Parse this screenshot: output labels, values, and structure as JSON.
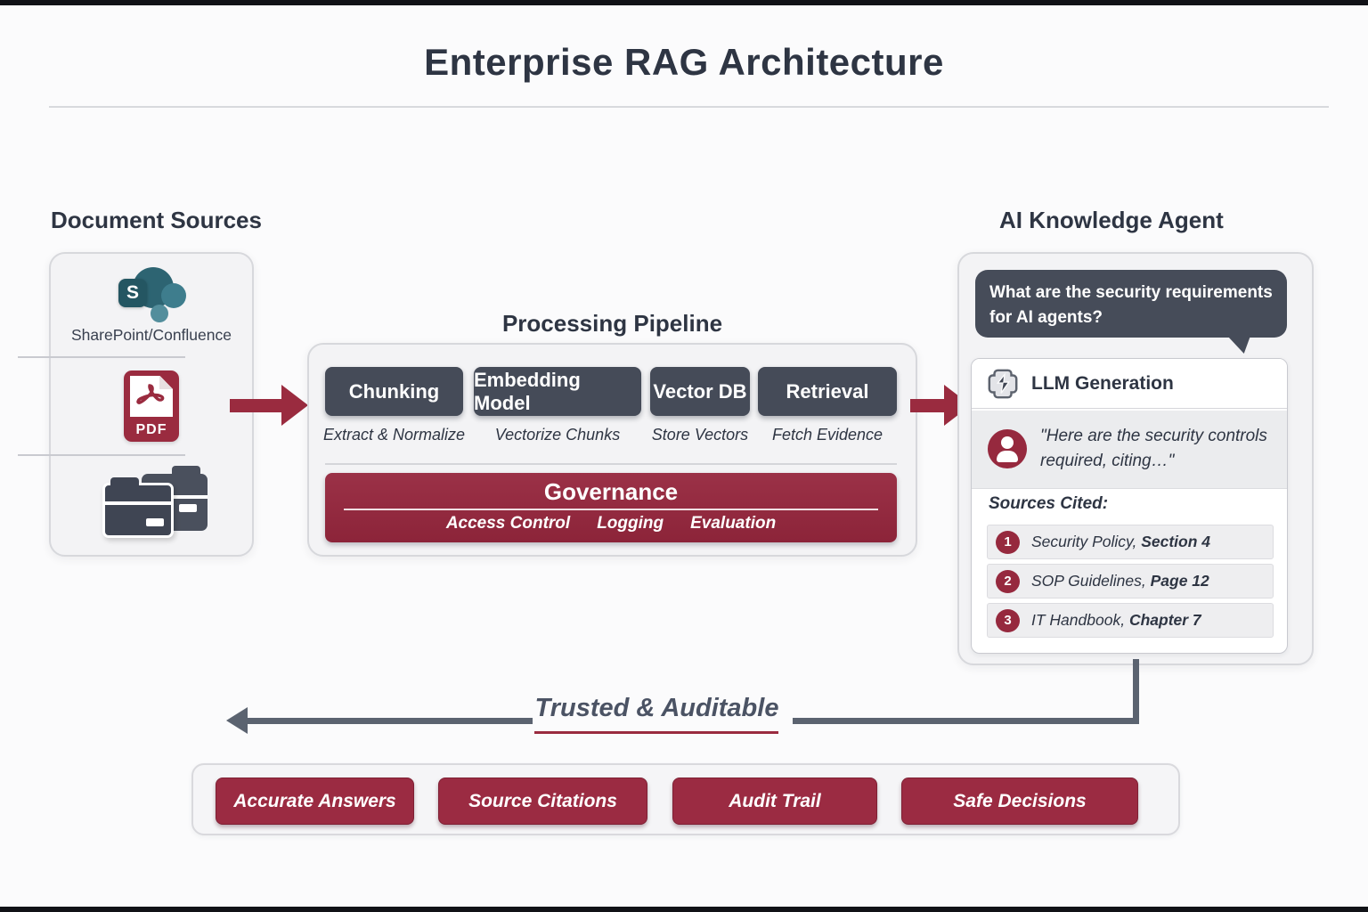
{
  "title": "Enterprise RAG Architecture",
  "document_sources": {
    "heading": "Document Sources",
    "sharepoint_letter": "S",
    "sharepoint_label": "SharePoint/Confluence",
    "pdf_label": "PDF"
  },
  "pipeline": {
    "heading": "Processing Pipeline",
    "stages": [
      {
        "label": "Chunking",
        "sublabel": "Extract & Normalize"
      },
      {
        "label": "Embedding Model",
        "sublabel": "Vectorize Chunks"
      },
      {
        "label": "Vector DB",
        "sublabel": "Store Vectors"
      },
      {
        "label": "Retrieval",
        "sublabel": "Fetch Evidence"
      }
    ],
    "governance": {
      "title": "Governance",
      "items": [
        "Access Control",
        "Logging",
        "Evaluation"
      ]
    }
  },
  "agent": {
    "heading": "AI Knowledge Agent",
    "question": "What are the security requirements for AI agents?",
    "llm_label": "LLM Generation",
    "response": "\"Here are the security controls required, citing…\"",
    "sources_heading": "Sources Cited:",
    "sources": [
      {
        "num": "1",
        "name": "Security Policy,",
        "ref": "Section 4"
      },
      {
        "num": "2",
        "name": "SOP Guidelines,",
        "ref": "Page 12"
      },
      {
        "num": "3",
        "name": "IT Handbook,",
        "ref": "Chapter 7"
      }
    ]
  },
  "feedback": {
    "label": "Trusted & Auditable",
    "benefits": [
      "Accurate Answers",
      "Source Citations",
      "Audit Trail",
      "Safe Decisions"
    ]
  },
  "colors": {
    "accent_maroon": "#9a2b3f",
    "slate": "#454b58",
    "ink": "#2e3543",
    "connector_gray": "#5b6370"
  }
}
